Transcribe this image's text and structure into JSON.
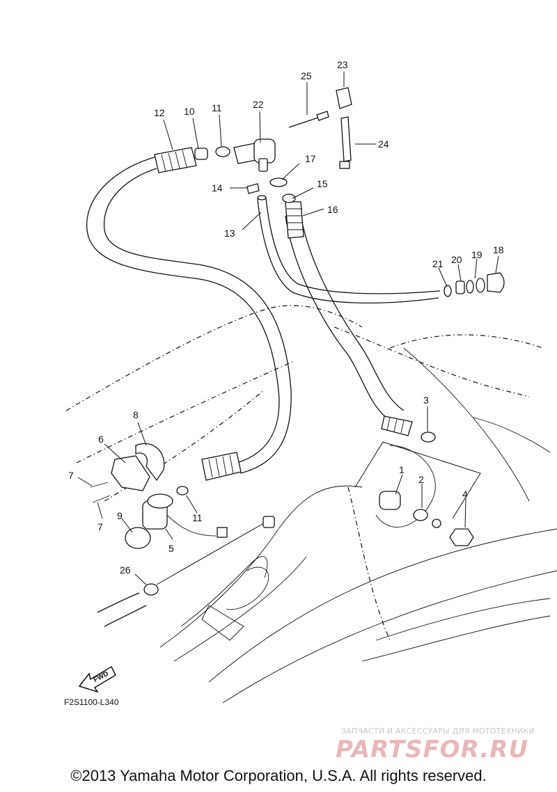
{
  "diagram": {
    "callouts": [
      "1",
      "2",
      "3",
      "4",
      "5",
      "6",
      "7",
      "7",
      "8",
      "9",
      "10",
      "11",
      "11",
      "12",
      "13",
      "14",
      "15",
      "16",
      "17",
      "18",
      "19",
      "20",
      "21",
      "22",
      "23",
      "24",
      "25",
      "26"
    ],
    "fwd_label": "FWD",
    "figure_code": "F2S1100-L340"
  },
  "footer": {
    "copyright": "©2013 Yamaha Motor Corporation, U.S.A. All rights reserved."
  },
  "watermark": {
    "tagline": "ЗАПЧАСТИ И АКСЕССУАРЫ ДЛЯ МОТОТЕХНИКИ",
    "logo": "PARTSFOR.RU"
  }
}
